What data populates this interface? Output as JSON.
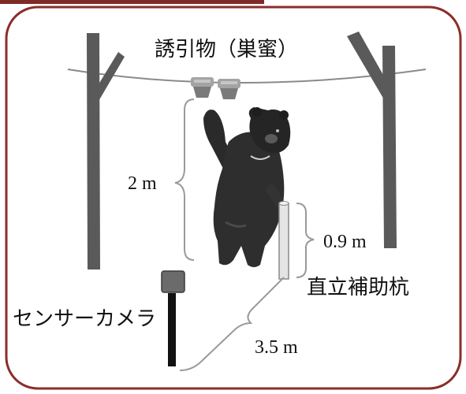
{
  "labels": {
    "attractant": "誘引物（巣蜜）",
    "sensor_camera": "センサーカメラ",
    "support_post": "直立補助杭",
    "height_attractant": "2 m",
    "height_post": "0.9 m",
    "distance_camera": "3.5 m"
  },
  "colors": {
    "frame_border": "#8b2e2a",
    "top_rule": "#7f2a26",
    "pole": "#5a5a5a",
    "wire": "#8a8a8a",
    "bracket": "#9a9a9a",
    "camera_head": "#6b6b6b",
    "camera_stand": "#111111",
    "bear": "#2a2a2a",
    "support_post": "#e4e4e4"
  }
}
